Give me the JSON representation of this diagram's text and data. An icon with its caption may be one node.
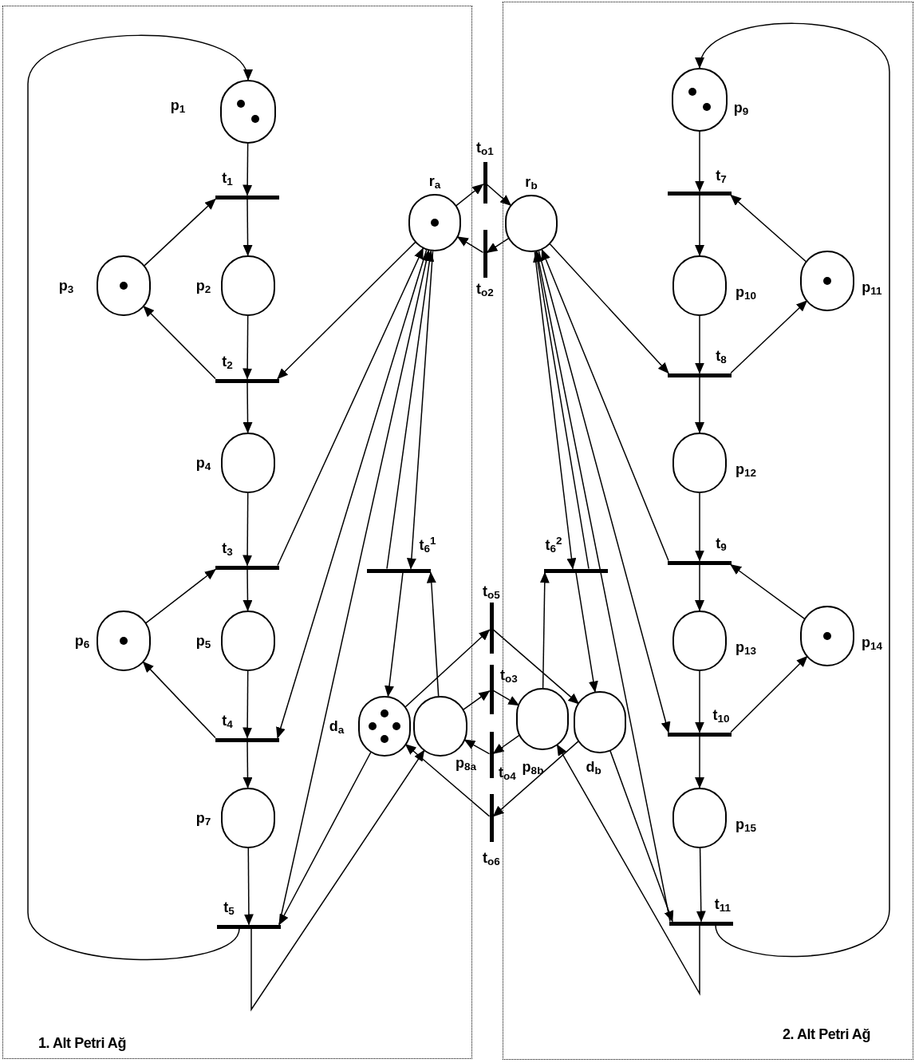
{
  "diagram": {
    "nodes": [
      {
        "text": [
          "1. Alt Petri Ağ"
        ]
      },
      {
        "text": [
          "2. Alt Petri Ağ"
        ]
      },
      {
        "text": [],
        "shape": "circle",
        "beside": [
          "p$_{1}$"
        ],
        "in": 0
      },
      {
        "text": [],
        "shape": "bar",
        "beside": [
          "t$_{1}$"
        ],
        "in": 0
      },
      {
        "text": [],
        "shape": "circle",
        "beside": [
          "p$_{3}$"
        ],
        "in": 0
      },
      {
        "text": [],
        "shape": "circle",
        "beside": [
          "p$_{2}$"
        ],
        "in": 0
      },
      {
        "text": [],
        "shape": "bar",
        "beside": [
          "t$_{2}$"
        ],
        "in": 0
      },
      {
        "text": [],
        "shape": "circle",
        "beside": [
          "p$_{4}$"
        ],
        "in": 0
      },
      {
        "text": [],
        "shape": "bar",
        "beside": [
          "t$_{3}$"
        ],
        "in": 0
      },
      {
        "text": [],
        "shape": "circle",
        "beside": [
          "p$_{6}$"
        ],
        "in": 0
      },
      {
        "text": [],
        "shape": "circle",
        "beside": [
          "p$_{5}$"
        ],
        "in": 0
      },
      {
        "text": [],
        "shape": "bar",
        "beside": [
          "t$_{4}$"
        ],
        "in": 0
      },
      {
        "text": [],
        "shape": "circle",
        "beside": [
          "p$_{7}$"
        ],
        "in": 0
      },
      {
        "text": [],
        "shape": "bar",
        "beside": [
          "t$_{5}$"
        ],
        "in": 0
      },
      {
        "text": [],
        "shape": "circle",
        "beside": [
          "r$_{a}$"
        ],
        "in": 0
      },
      {
        "text": [],
        "shape": "bar",
        "beside": [
          "t$_{6}$$^{1}$"
        ],
        "in": 0
      },
      {
        "text": [],
        "shape": "circle",
        "beside": [
          "d$_{a}$"
        ],
        "in": 0
      },
      {
        "text": [],
        "shape": "circle",
        "beside": [
          "p$_{8a}$"
        ],
        "in": 0
      },
      {
        "text": [],
        "shape": "circle",
        "beside": [
          "p$_{9}$"
        ],
        "in": 1
      },
      {
        "text": [],
        "shape": "bar",
        "beside": [
          "t$_{7}$"
        ],
        "in": 1
      },
      {
        "text": [],
        "shape": "circle",
        "beside": [
          "p$_{10}$"
        ],
        "in": 1
      },
      {
        "text": [],
        "shape": "circle",
        "beside": [
          "p$_{11}$"
        ],
        "in": 1
      },
      {
        "text": [],
        "shape": "bar",
        "beside": [
          "t$_{8}$"
        ],
        "in": 1
      },
      {
        "text": [],
        "shape": "circle",
        "beside": [
          "p$_{12}$"
        ],
        "in": 1
      },
      {
        "text": [],
        "shape": "bar",
        "beside": [
          "t$_{9}$"
        ],
        "in": 1
      },
      {
        "text": [],
        "shape": "circle",
        "beside": [
          "p$_{13}$"
        ],
        "in": 1
      },
      {
        "text": [],
        "shape": "circle",
        "beside": [
          "p$_{14}$"
        ],
        "in": 1
      },
      {
        "text": [],
        "shape": "bar",
        "beside": [
          "t$_{10}$"
        ],
        "in": 1
      },
      {
        "text": [],
        "shape": "circle",
        "beside": [
          "p$_{15}$"
        ],
        "in": 1
      },
      {
        "text": [],
        "shape": "bar",
        "beside": [
          "t$_{11}$"
        ],
        "in": 1
      },
      {
        "text": [],
        "shape": "circle",
        "beside": [
          "r$_{b}$"
        ],
        "in": 1
      },
      {
        "text": [],
        "shape": "bar",
        "beside": [
          "t$_{6}$$^{2}$"
        ],
        "in": 1
      },
      {
        "text": [],
        "shape": "circle",
        "beside": [
          "p$_{8b}$"
        ],
        "in": 1
      },
      {
        "text": [],
        "shape": "circle",
        "beside": [
          "d$_{b}$"
        ],
        "in": 1
      },
      {
        "text": [],
        "shape": "bar",
        "beside": [
          "t$_{o1}$"
        ]
      },
      {
        "text": [],
        "shape": "bar",
        "beside": [
          "t$_{o2}$"
        ]
      },
      {
        "text": [],
        "shape": "bar",
        "beside": [
          "t$_{o5}$"
        ]
      },
      {
        "text": [],
        "shape": "bar",
        "beside": [
          "t$_{o3}$"
        ]
      },
      {
        "text": [],
        "shape": "bar",
        "beside": [
          "t$_{o4}$"
        ]
      },
      {
        "text": [],
        "shape": "bar",
        "beside": [
          "t$_{o6}$"
        ]
      }
    ],
    "edges": [
      {
        "from": 2,
        "to": 3,
        "arrow": "to"
      },
      {
        "from": 3,
        "to": 5,
        "arrow": "to"
      },
      {
        "from": 4,
        "to": 3,
        "arrow": "to"
      },
      {
        "from": 5,
        "to": 6,
        "arrow": "to"
      },
      {
        "from": 6,
        "to": 4,
        "arrow": "to"
      },
      {
        "from": 6,
        "to": 7,
        "arrow": "to"
      },
      {
        "from": 7,
        "to": 8,
        "arrow": "to"
      },
      {
        "from": 9,
        "to": 8,
        "arrow": "to"
      },
      {
        "from": 8,
        "to": 10,
        "arrow": "to"
      },
      {
        "from": 10,
        "to": 11,
        "arrow": "to"
      },
      {
        "from": 11,
        "to": 9,
        "arrow": "to"
      },
      {
        "from": 11,
        "to": 12,
        "arrow": "to"
      },
      {
        "from": 12,
        "to": 13,
        "arrow": "to"
      },
      {
        "from": 13,
        "to": 2,
        "arrow": "to"
      },
      {
        "from": 18,
        "to": 19,
        "arrow": "to"
      },
      {
        "from": 19,
        "to": 20,
        "arrow": "to"
      },
      {
        "from": 21,
        "to": 19,
        "arrow": "to"
      },
      {
        "from": 20,
        "to": 22,
        "arrow": "to"
      },
      {
        "from": 22,
        "to": 21,
        "arrow": "to"
      },
      {
        "from": 22,
        "to": 23,
        "arrow": "to"
      },
      {
        "from": 23,
        "to": 24,
        "arrow": "to"
      },
      {
        "from": 26,
        "to": 24,
        "arrow": "to"
      },
      {
        "from": 24,
        "to": 25,
        "arrow": "to"
      },
      {
        "from": 25,
        "to": 27,
        "arrow": "to"
      },
      {
        "from": 27,
        "to": 26,
        "arrow": "to"
      },
      {
        "from": 27,
        "to": 28,
        "arrow": "to"
      },
      {
        "from": 28,
        "to": 29,
        "arrow": "to"
      },
      {
        "from": 29,
        "to": 18,
        "arrow": "to"
      },
      {
        "from": 14,
        "to": 6,
        "arrow": "to"
      },
      {
        "from": 8,
        "to": 14,
        "arrow": "to"
      },
      {
        "from": 14,
        "to": 11,
        "arrow": "to"
      },
      {
        "from": 13,
        "to": 14,
        "arrow": "to"
      },
      {
        "from": 16,
        "to": 13,
        "arrow": "to"
      },
      {
        "from": 13,
        "to": 17,
        "arrow": "to"
      },
      {
        "from": 14,
        "to": 15,
        "arrow": "to"
      },
      {
        "from": 15,
        "to": 14,
        "arrow": "to"
      },
      {
        "from": 15,
        "to": 16,
        "arrow": "to"
      },
      {
        "from": 17,
        "to": 15,
        "arrow": "to"
      },
      {
        "from": 14,
        "to": 34,
        "arrow": "to"
      },
      {
        "from": 34,
        "to": 30,
        "arrow": "to"
      },
      {
        "from": 30,
        "to": 35,
        "arrow": "to"
      },
      {
        "from": 35,
        "to": 14,
        "arrow": "to"
      },
      {
        "from": 30,
        "to": 22,
        "arrow": "to"
      },
      {
        "from": 24,
        "to": 30,
        "arrow": "to"
      },
      {
        "from": 30,
        "to": 27,
        "arrow": "to"
      },
      {
        "from": 29,
        "to": 30,
        "arrow": "to"
      },
      {
        "from": 30,
        "to": 31,
        "arrow": "to"
      },
      {
        "from": 31,
        "to": 30,
        "arrow": "to"
      },
      {
        "from": 31,
        "to": 33,
        "arrow": "to"
      },
      {
        "from": 32,
        "to": 31,
        "arrow": "to"
      },
      {
        "from": 33,
        "to": 29,
        "arrow": "to"
      },
      {
        "from": 29,
        "to": 32,
        "arrow": "to"
      },
      {
        "from": 17,
        "to": 37,
        "arrow": "to"
      },
      {
        "from": 37,
        "to": 32,
        "arrow": "to"
      },
      {
        "from": 32,
        "to": 38,
        "arrow": "to"
      },
      {
        "from": 38,
        "to": 17,
        "arrow": "to"
      },
      {
        "from": 16,
        "to": 36,
        "arrow": "to"
      },
      {
        "from": 36,
        "to": 33,
        "arrow": "to"
      },
      {
        "from": 33,
        "to": 39,
        "arrow": "to"
      },
      {
        "from": 39,
        "to": 16,
        "arrow": "to"
      }
    ]
  }
}
